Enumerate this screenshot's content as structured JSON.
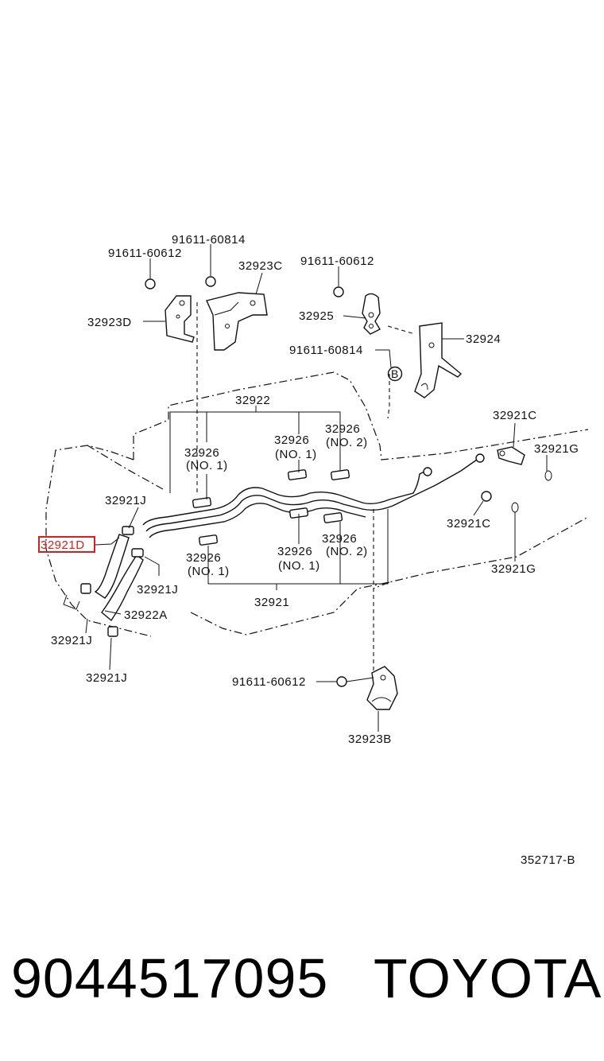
{
  "labels": {
    "bolt_a": "91611-60612",
    "bolt_b": "91611-60814",
    "bracket_c": "32923C",
    "bolt_c": "91611-60612",
    "bracket_d": "32923D",
    "clamp_25": "32925",
    "bracket_24": "32924",
    "bolt_d": "91611-60814",
    "assy_22": "32922",
    "clamp_26a": "32926",
    "clamp_26a_no": "(NO. 1)",
    "clamp_26b": "32926",
    "clamp_26b_no": "(NO. 1)",
    "clamp_26c": "32926",
    "clamp_26c_no": "(NO. 2)",
    "union_c1": "32921C",
    "gasket_g1": "32921G",
    "clip_j1": "32921J",
    "hose_d": "32921D",
    "union_c2": "32921C",
    "clamp_26d": "32926",
    "clamp_26d_no": "(NO. 2)",
    "clamp_26e": "32926",
    "clamp_26e_no": "(NO. 1)",
    "clamp_26f": "32926",
    "clamp_26f_no": "(NO. 1)",
    "clip_j2": "32921J",
    "gasket_g2": "32921G",
    "hose_a": "32922A",
    "assy_21": "32921",
    "clip_j3": "32921J",
    "clip_j4": "32921J",
    "bolt_e": "91611-60612",
    "bracket_b": "32923B",
    "bolt_symbol": "B"
  },
  "reference_code": "352717-B",
  "footer": {
    "part_number": "9044517095",
    "brand": "TOYOTA"
  },
  "colors": {
    "highlight": "#d42020",
    "line": "#111111"
  }
}
